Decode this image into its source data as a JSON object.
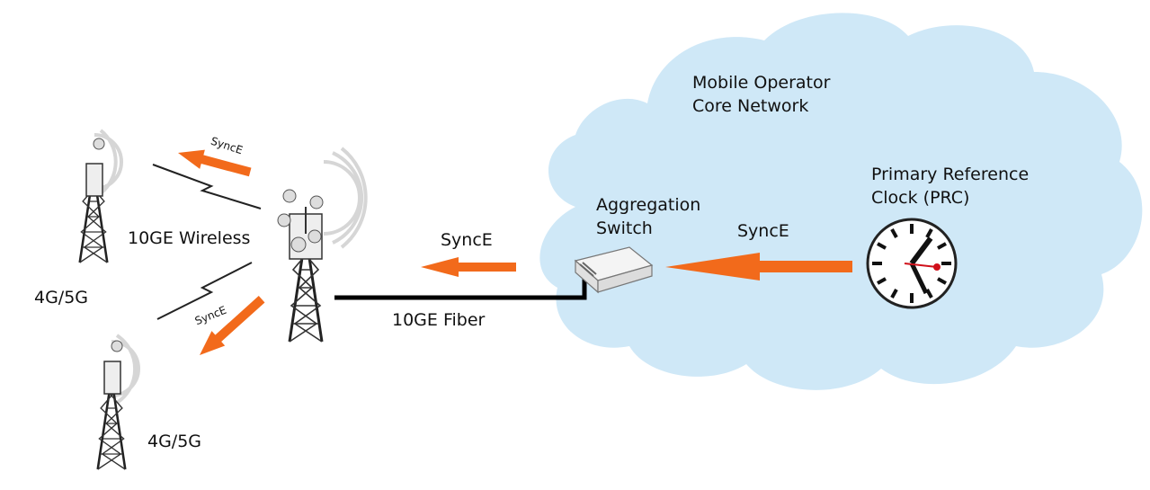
{
  "diagram": {
    "cloud_label": [
      "Mobile Operator",
      "Core Network"
    ],
    "prc_label": [
      "Primary Reference",
      "Clock (PRC)"
    ],
    "aggregation_label": [
      "Aggregation",
      "Switch"
    ],
    "sync_label_core": "SyncE",
    "sync_label_fiber": "SyncE",
    "sync_label_wireless_top": "SyncE",
    "sync_label_wireless_bottom": "SyncE",
    "wireless_link_label": "10GE Wireless",
    "fiber_link_label": "10GE Fiber",
    "site_top_label": "4G/5G",
    "site_bottom_label": "4G/5G",
    "colors": {
      "cloud": "#cfe8f7",
      "arrow": "#f26a1b",
      "fiber": "#000000",
      "tower": "#222222",
      "clock_hand_second": "#d0101a"
    },
    "icons": [
      "cloud-icon",
      "clock-icon",
      "switch-icon",
      "tower-icon",
      "lightning-link-icon",
      "arrow-icon"
    ]
  }
}
